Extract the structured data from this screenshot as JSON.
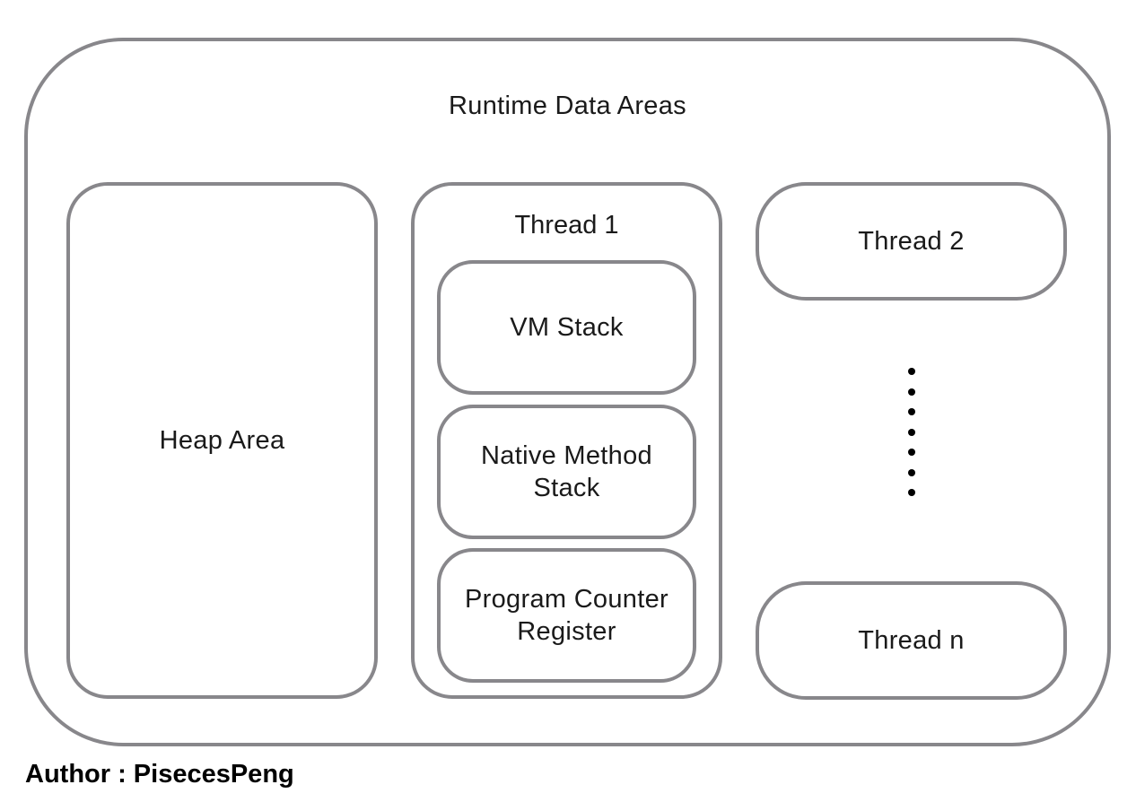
{
  "diagram": {
    "outer": {
      "title": "Runtime Data Areas"
    },
    "heap": {
      "label": "Heap Area"
    },
    "thread1": {
      "title": "Thread 1",
      "vm_stack": "VM Stack",
      "native_stack_line1": "Native Method",
      "native_stack_line2": "Stack",
      "pc_register_line1": "Program Counter",
      "pc_register_line2": "Register"
    },
    "thread2": {
      "label": "Thread 2"
    },
    "ellipsis_dot_count": 7,
    "threadn": {
      "label": "Thread n"
    }
  },
  "footer": {
    "author": "Author : PisecesPeng"
  },
  "colors": {
    "border": "#88878b",
    "text": "#1a1a1a",
    "dots": "#000000"
  }
}
